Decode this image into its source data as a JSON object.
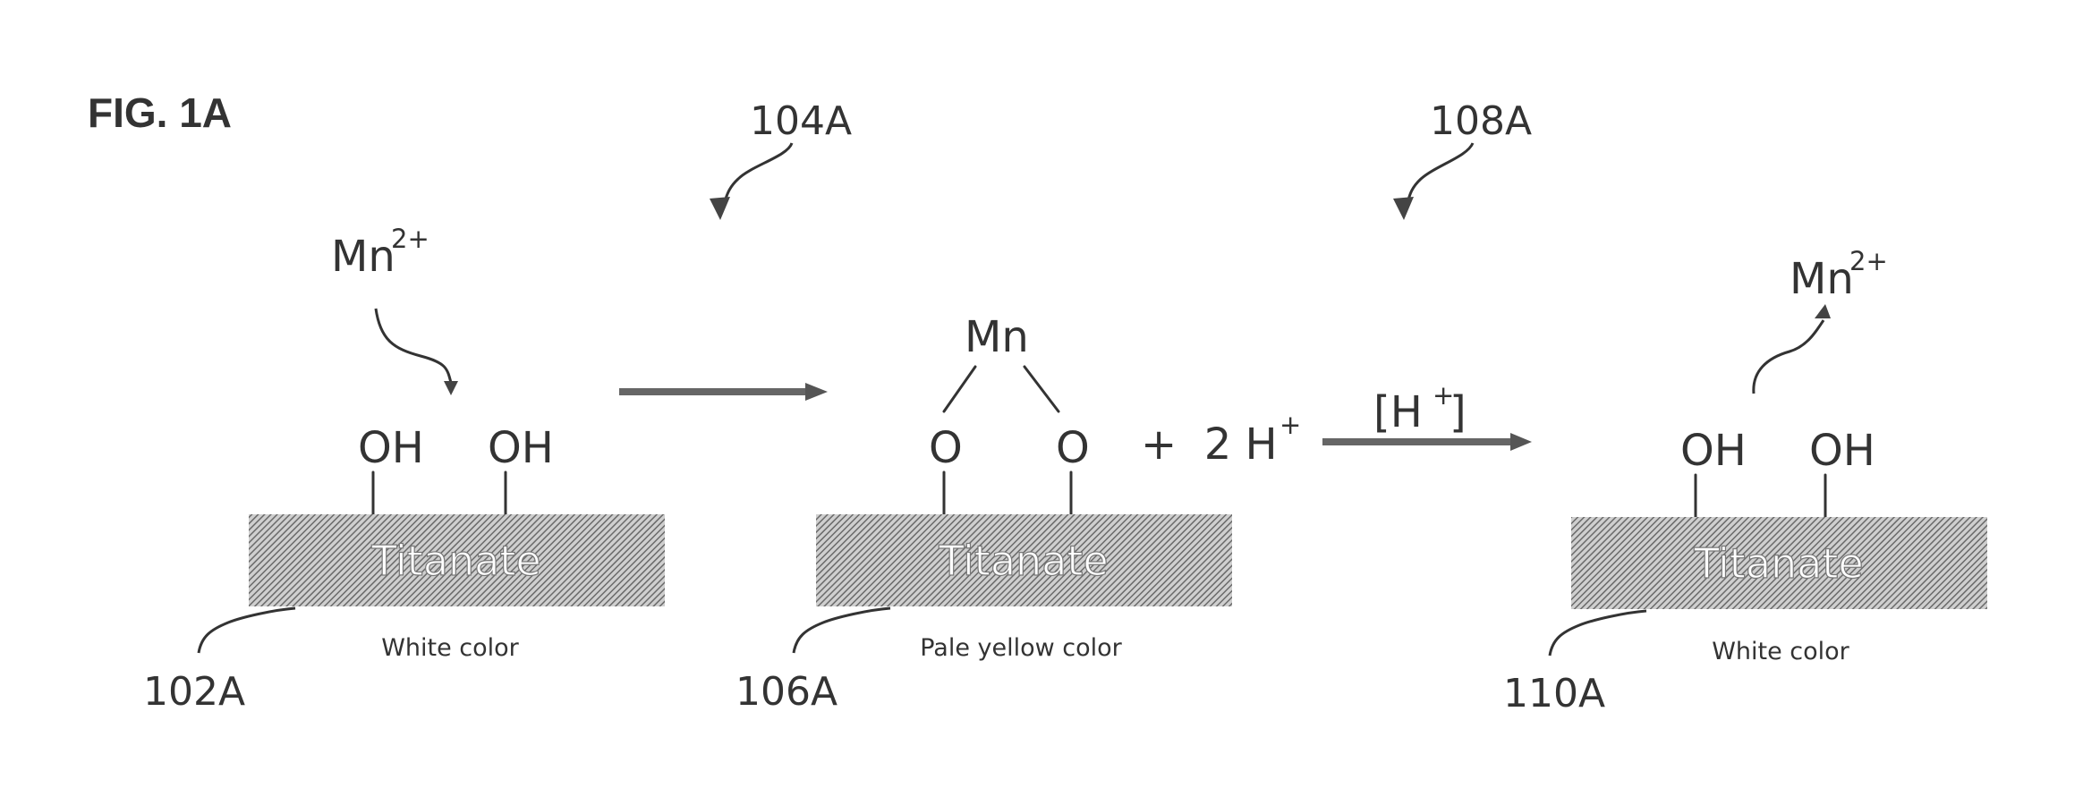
{
  "figure": {
    "label": "FIG. 1A"
  },
  "reference_labels": {
    "first_surface": "102A",
    "first_transition": "104A",
    "second_surface": "106A",
    "second_transition": "108A",
    "third_surface": "110A"
  },
  "stage1": {
    "ion": "Mn",
    "ion_charge": "2+",
    "groups": [
      "OH",
      "OH"
    ],
    "substrate": "Titanate",
    "caption": "White color"
  },
  "stage2": {
    "metal": "Mn",
    "groups": [
      "O",
      "O"
    ],
    "substrate": "Titanate",
    "caption": "Pale yellow color",
    "byproduct": "+  2 H",
    "byproduct_charge": "+"
  },
  "reaction_condition": {
    "open": "[H",
    "charge": "+",
    "close": "]"
  },
  "stage3": {
    "ion": "Mn",
    "ion_charge": "2+",
    "groups": [
      "OH",
      "OH"
    ],
    "substrate": "Titanate",
    "caption": "White color"
  },
  "colors": {
    "ink": "#333333",
    "substrate_fill": "#9a9a9a",
    "arrow": "#666666"
  }
}
